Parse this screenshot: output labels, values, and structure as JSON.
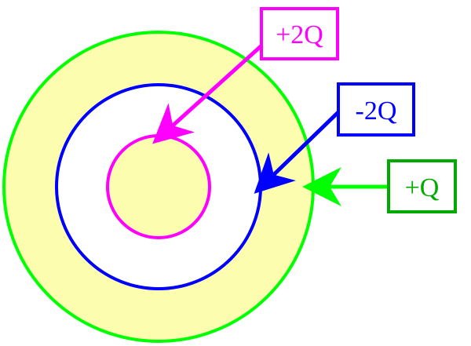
{
  "diagram": {
    "colors": {
      "background": "#ffffff",
      "shell_fill": "#ffff99",
      "shell_fill_opacity": 0.6,
      "gap_fill": "#ffffff",
      "inner_sphere_fill": "#ffff99",
      "inner_sphere_color": "#ff00ff",
      "middle_surface_color": "#0000ff",
      "outer_surface_color": "#00ff00",
      "plus_q_label_color": "#00aa00"
    },
    "labels": {
      "inner_sphere_charge": "+2Q",
      "middle_surface_charge": "-2Q",
      "outer_surface_charge": "+Q"
    }
  }
}
